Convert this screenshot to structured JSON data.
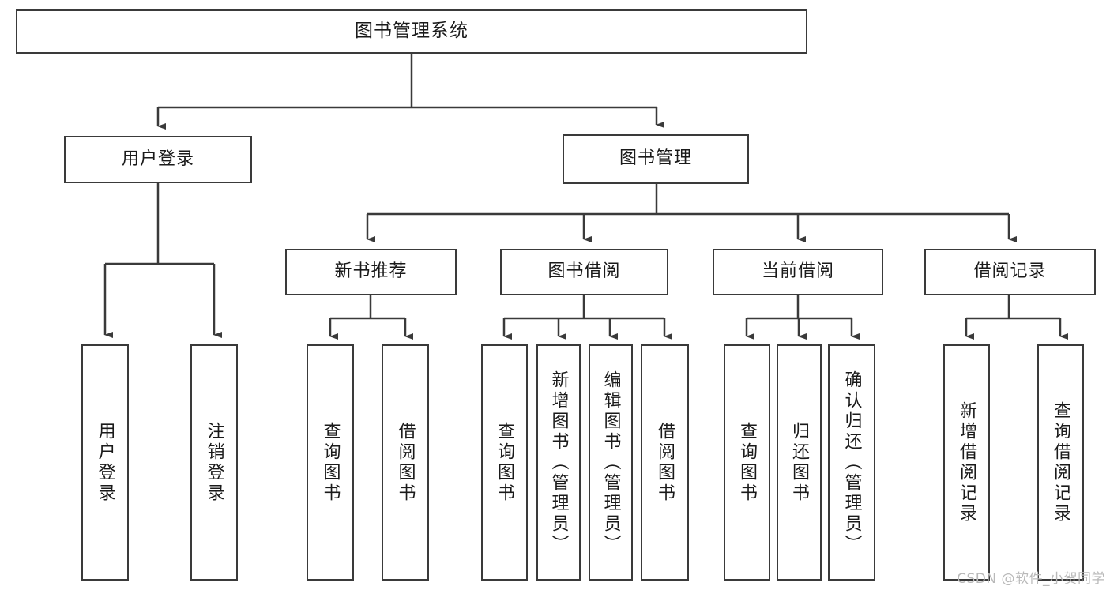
{
  "diagram": {
    "title": "图书管理系统",
    "type": "tree-hierarchy-diagram",
    "colors": {
      "background": "#ffffff",
      "border": "#3a3a3a",
      "text": "#1a1a1a",
      "connector": "#3a3a3a",
      "watermark": "#b9b9b9"
    },
    "root": {
      "label": "图书管理系统"
    },
    "level2": [
      {
        "id": "user-login",
        "label": "用户登录"
      },
      {
        "id": "book-management",
        "label": "图书管理"
      }
    ],
    "level3": [
      {
        "id": "new-book-recommend",
        "label": "新书推荐"
      },
      {
        "id": "book-borrow",
        "label": "图书借阅"
      },
      {
        "id": "current-borrow",
        "label": "当前借阅"
      },
      {
        "id": "borrow-record",
        "label": "借阅记录"
      }
    ],
    "leaves": {
      "user_login": [
        {
          "id": "leaf-user-login",
          "label": "用户登录"
        },
        {
          "id": "leaf-logout-login",
          "label": "注销登录"
        }
      ],
      "new_book_recommend": [
        {
          "id": "leaf-query-book-1",
          "label": "查询图书"
        },
        {
          "id": "leaf-borrow-book-1",
          "label": "借阅图书"
        }
      ],
      "book_borrow": [
        {
          "id": "leaf-query-book-2",
          "label": "查询图书"
        },
        {
          "id": "leaf-add-book-admin",
          "label": "新增图书（管理员）"
        },
        {
          "id": "leaf-edit-book-admin",
          "label": "编辑图书（管理员）"
        },
        {
          "id": "leaf-borrow-book-2",
          "label": "借阅图书"
        }
      ],
      "current_borrow": [
        {
          "id": "leaf-query-book-3",
          "label": "查询图书"
        },
        {
          "id": "leaf-return-book",
          "label": "归还图书"
        },
        {
          "id": "leaf-confirm-return-admin",
          "label": "确认归还（管理员）"
        }
      ],
      "borrow_record": [
        {
          "id": "leaf-add-borrow-record",
          "label": "新增借阅记录"
        },
        {
          "id": "leaf-query-borrow-record",
          "label": "查询借阅记录"
        }
      ]
    },
    "watermark": "CSDN @软件_小贺同学"
  }
}
